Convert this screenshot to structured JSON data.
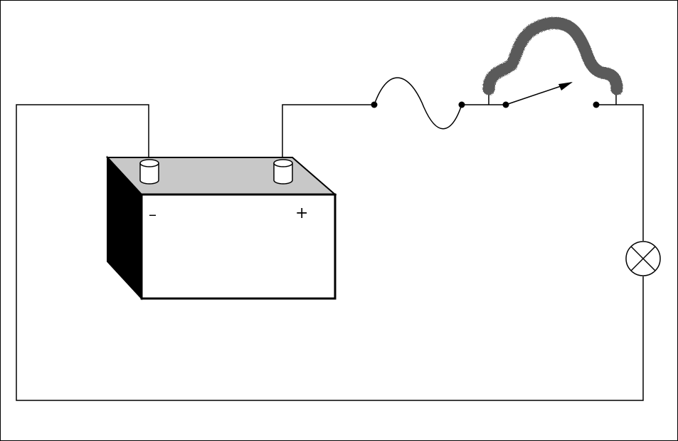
{
  "diagram": {
    "battery": {
      "negative_label": "–",
      "positive_label": "+"
    },
    "components": [
      {
        "name": "battery",
        "icon": "battery-icon"
      },
      {
        "name": "fuse",
        "icon": "fuse-wire-icon"
      },
      {
        "name": "switch",
        "icon": "knife-switch-icon"
      },
      {
        "name": "heating-coil",
        "icon": "nichrome-wire-icon"
      },
      {
        "name": "lamp",
        "icon": "lamp-icon"
      }
    ],
    "colors": {
      "line": "#000000",
      "battery_top": "#c8c8c8",
      "battery_side": "#000000",
      "coil": "#5a5a5a"
    }
  }
}
